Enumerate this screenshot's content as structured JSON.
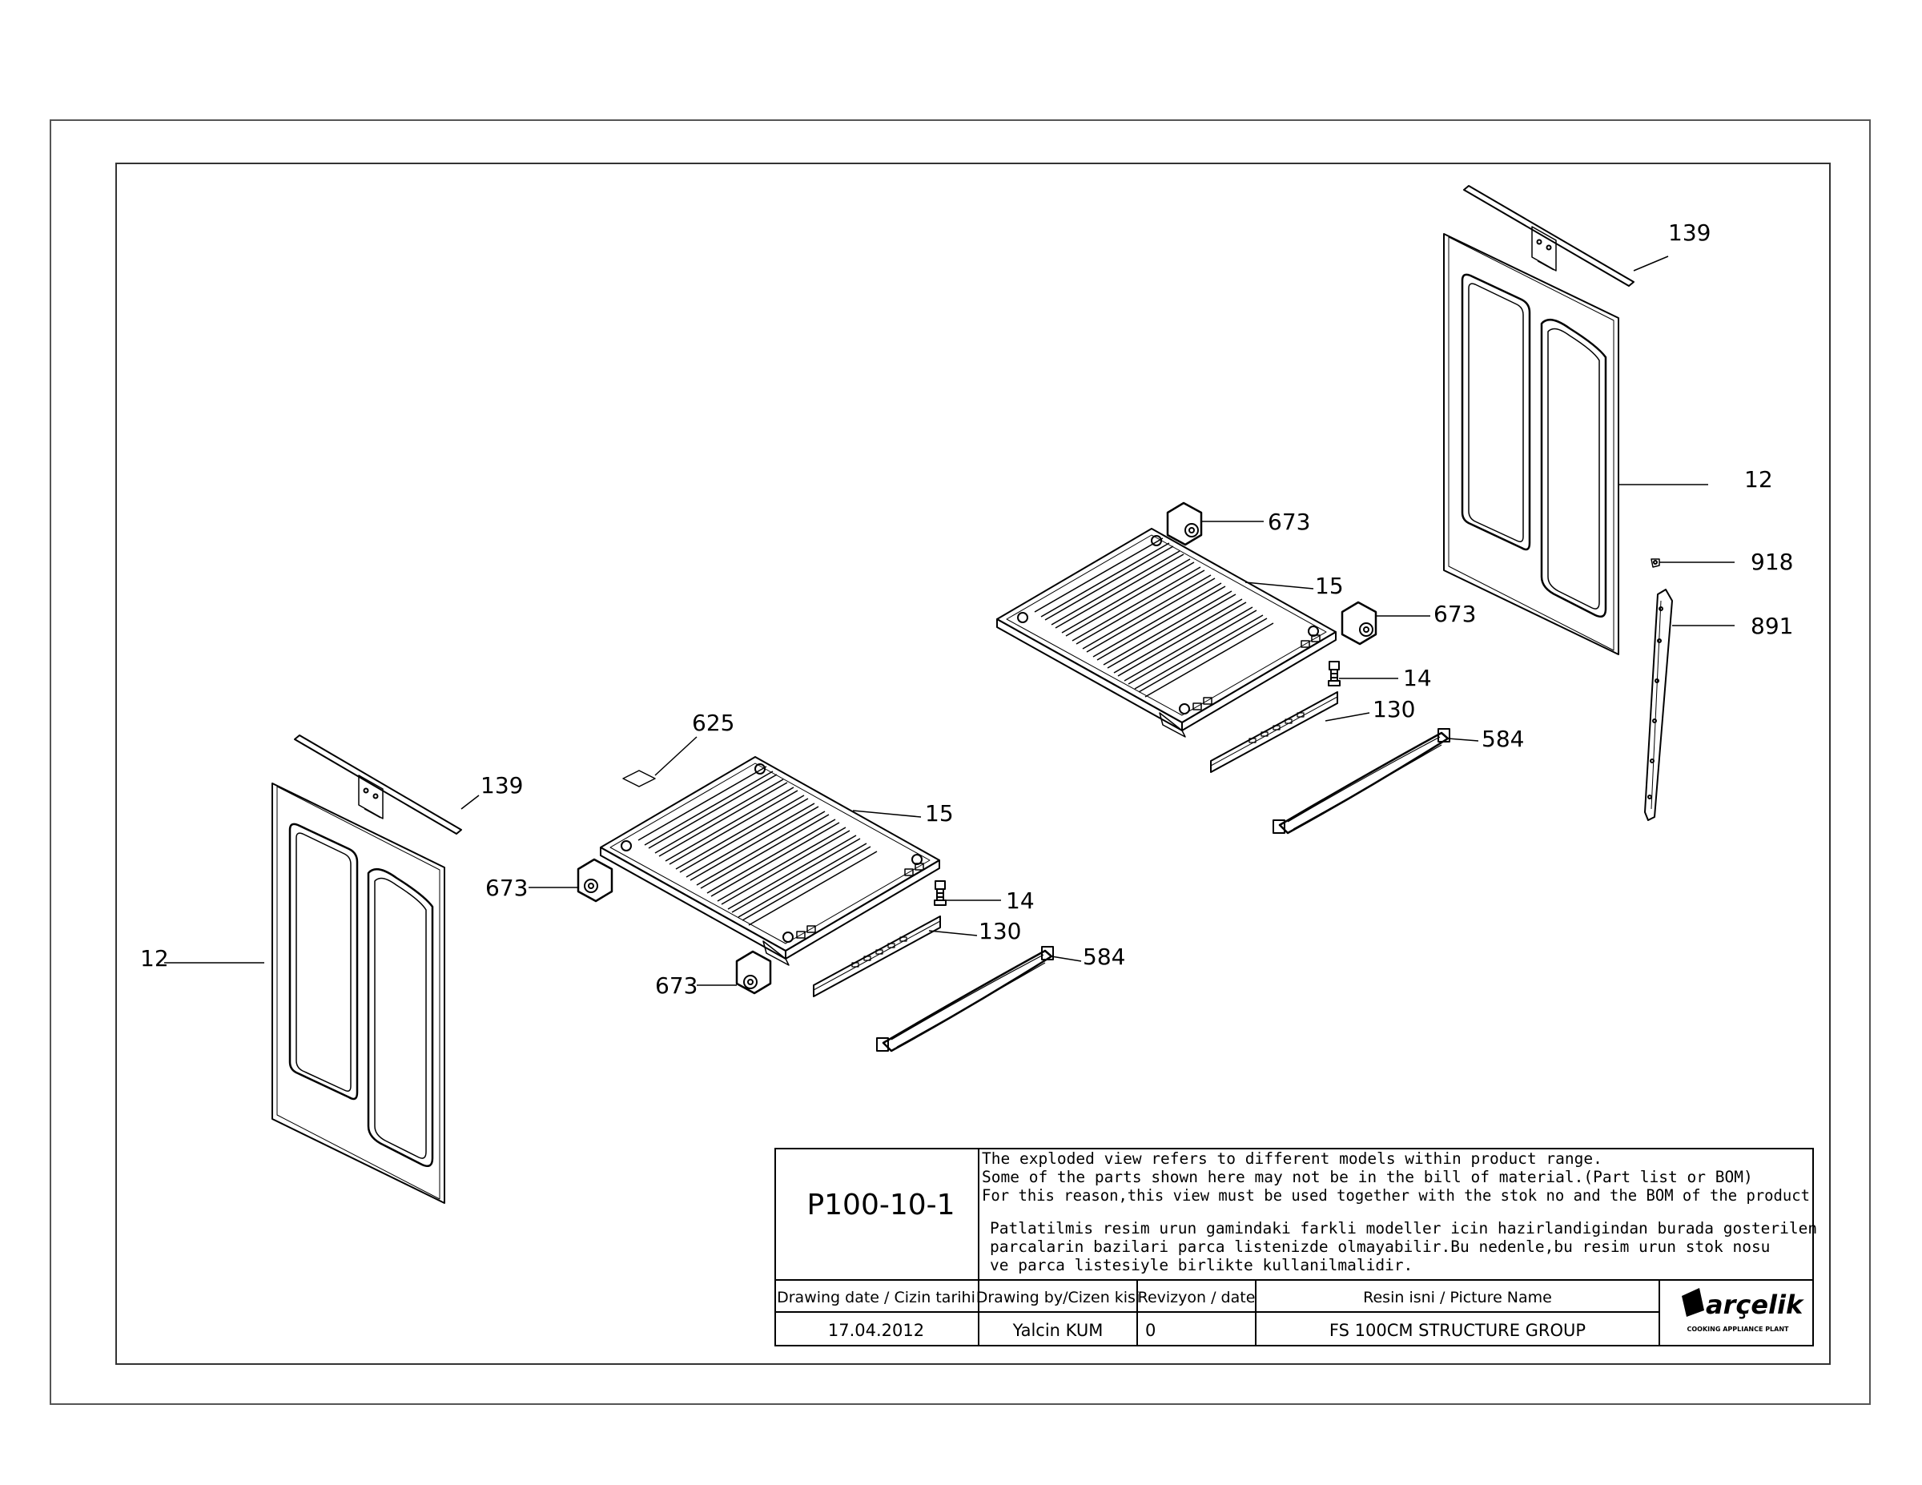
{
  "callouts": [
    {
      "id": "c139r",
      "text": "139"
    },
    {
      "id": "c12r",
      "text": "12"
    },
    {
      "id": "c918",
      "text": "918"
    },
    {
      "id": "c891",
      "text": "891"
    },
    {
      "id": "c673a",
      "text": "673"
    },
    {
      "id": "c15r",
      "text": "15"
    },
    {
      "id": "c673b",
      "text": "673"
    },
    {
      "id": "c14r",
      "text": "14"
    },
    {
      "id": "c130r",
      "text": "130"
    },
    {
      "id": "c584r",
      "text": "584"
    },
    {
      "id": "c625",
      "text": "625"
    },
    {
      "id": "c139l",
      "text": "139"
    },
    {
      "id": "c15l",
      "text": "15"
    },
    {
      "id": "c673c",
      "text": "673"
    },
    {
      "id": "c14l",
      "text": "14"
    },
    {
      "id": "c130l",
      "text": "130"
    },
    {
      "id": "c12l",
      "text": "12"
    },
    {
      "id": "c673d",
      "text": "673"
    },
    {
      "id": "c584l",
      "text": "584"
    }
  ],
  "title_block": {
    "code": "P100-10-1",
    "notes_en": [
      "The exploded view refers to different models within product range.",
      "Some of the parts shown here may not be in the bill of material.(Part list or BOM)",
      "For this reason,this view must be used together with the stok no and the BOM of the product"
    ],
    "notes_tr": [
      "Patlatilmis resim urun gamindaki farkli modeller icin hazirlandigindan burada gosterilen",
      "parcalarin bazilari parca listenizde olmayabilir.Bu nedenle,bu resim urun stok nosu",
      "ve parca listesiyle birlikte kullanilmalidir."
    ],
    "headers": {
      "date": "Drawing date / Cizin tarihi",
      "by": "Drawing by/Cizen kisi",
      "rev": "Revizyon / date",
      "name": "Resin isni / Picture Name"
    },
    "values": {
      "date": "17.04.2012",
      "by": "Yalcin KUM",
      "rev": "0",
      "name": "FS 100CM STRUCTURE GROUP"
    },
    "logo": {
      "brand": "arçelik",
      "sub": "COOKING APPLIANCE PLANT"
    }
  }
}
